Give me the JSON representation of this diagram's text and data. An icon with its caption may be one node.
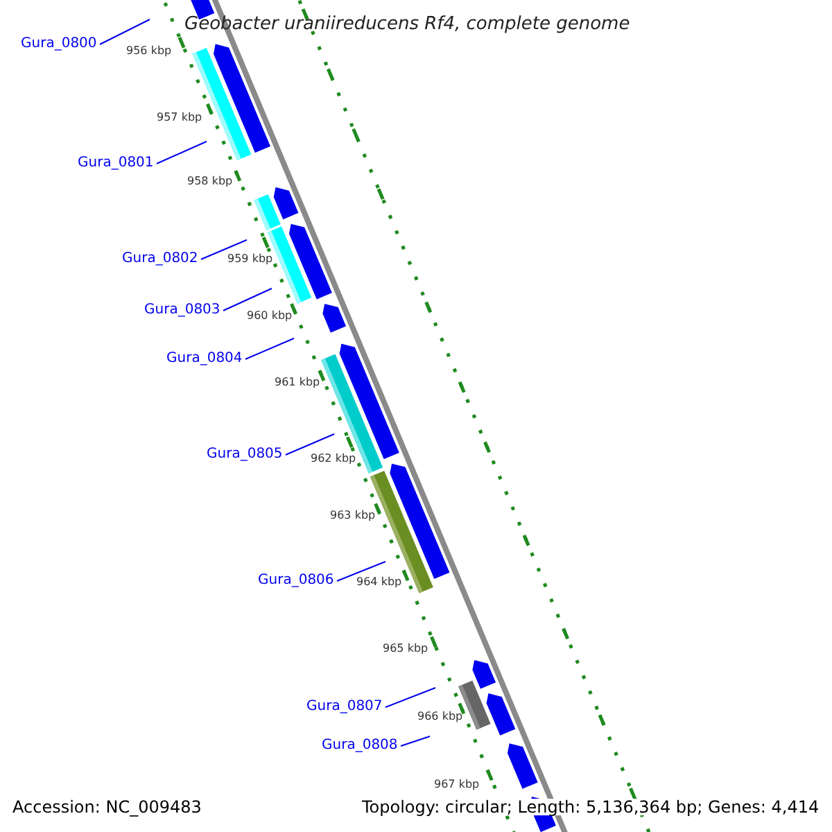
{
  "diagram": {
    "title": "Geobacter uraniireducens Rf4, complete genome",
    "nodes": [
      {
        "text": [
          "Gura_0800"
        ]
      },
      {
        "text": [
          "Gura_0801"
        ]
      },
      {
        "text": [
          "Gura_0802"
        ]
      },
      {
        "text": [
          "Gura_0803"
        ]
      },
      {
        "text": [
          "Gura_0804"
        ]
      },
      {
        "text": [
          "Gura_0805"
        ]
      },
      {
        "text": [
          "Gura_0806"
        ]
      },
      {
        "text": [
          "Gura_0807"
        ]
      },
      {
        "text": [
          "Gura_0808"
        ]
      }
    ],
    "edges": [
      {
        "from": 0,
        "to": null,
        "arrow": "none"
      },
      {
        "from": 1,
        "to": null,
        "arrow": "none"
      },
      {
        "from": 2,
        "to": null,
        "arrow": "none"
      },
      {
        "from": 3,
        "to": null,
        "arrow": "none"
      },
      {
        "from": 4,
        "to": null,
        "arrow": "none"
      },
      {
        "from": 5,
        "to": null,
        "arrow": "none"
      },
      {
        "from": 6,
        "to": null,
        "arrow": "none"
      },
      {
        "from": 7,
        "to": null,
        "arrow": "none"
      },
      {
        "from": 8,
        "to": null,
        "arrow": "none"
      }
    ],
    "labels": [
      "956 kbp",
      "957 kbp",
      "958 kbp",
      "959 kbp",
      "960 kbp",
      "961 kbp",
      "962 kbp",
      "963 kbp",
      "964 kbp",
      "965 kbp",
      "966 kbp",
      "967 kbp",
      "Accession: NC_009483",
      "Topology: circular; Length: 5,136,364 bp; Genes: 4,414"
    ]
  }
}
